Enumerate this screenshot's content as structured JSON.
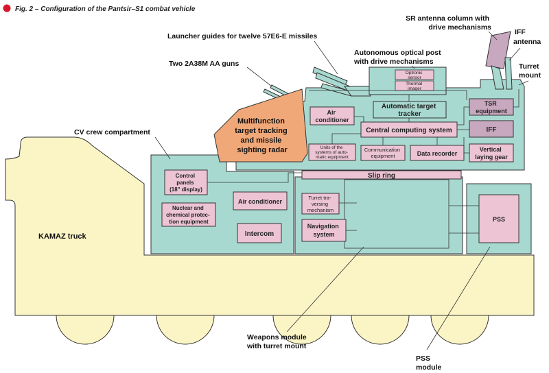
{
  "title": "Fig. 2 – Configuration of the Pantsir–S1 combat vehicle",
  "colors": {
    "module": "#a8d9d0",
    "component": "#ecc4d4",
    "radar": "#f0a878",
    "truck": "#fbf5c6",
    "iff": "#c7a8bf",
    "bullet": "#d8152a"
  },
  "callouts": {
    "launcher_guides": "Launcher guides for twelve 57E6-E missiles",
    "aa_guns": "Two 2A38M AA guns",
    "optical_post": [
      "Autonomous optical post",
      "with drive mechanisms"
    ],
    "sr_antenna": [
      "SR antenna column with",
      "drive mechanisms"
    ],
    "iff_antenna": [
      "IFF",
      "antenna"
    ],
    "turret_mount": [
      "Turret",
      "mount"
    ],
    "crew_compartment": "CV crew compartment",
    "weapons_module": [
      "Weapons module",
      "with turret mount"
    ],
    "pss_module": [
      "PSS",
      "module"
    ]
  },
  "truck_label": "KAMAZ truck",
  "radar_label": [
    "Multifunction",
    "target tracking",
    "and missile",
    "sighting radar"
  ],
  "optical": {
    "optronic": [
      "Optronic",
      "sensor"
    ],
    "thermal": [
      "Thermal",
      "imager"
    ]
  },
  "turret_boxes": {
    "air_conditioner": [
      "Air",
      "conditioner"
    ],
    "target_tracker": [
      "Automatic target",
      "tracker"
    ],
    "tsr_equipment": [
      "TSR",
      "equipment"
    ],
    "central_computing": "Central computing system",
    "iff": "IFF",
    "units_automatic": [
      "Units of the",
      "systems of auto-",
      "matic equipment"
    ],
    "communication": [
      "Communication",
      "equipment"
    ],
    "data_recorder": "Data recorder",
    "vertical_laying": [
      "Vertical",
      "laying gear"
    ]
  },
  "slip_ring": "Slip ring",
  "cabin_boxes": {
    "control_panels": [
      "Control",
      "panels",
      "(18\" display)"
    ],
    "nbc": [
      "Nuclear and",
      "chemical protec-",
      "tion equipment"
    ],
    "air_conditioner": "Air conditioner",
    "intercom": "Intercom"
  },
  "weapons_boxes": {
    "turret_traversing": [
      "Turret tra-",
      "versing",
      "mechanism"
    ],
    "navigation": [
      "Navigation",
      "system"
    ]
  },
  "pss_box": "PSS"
}
